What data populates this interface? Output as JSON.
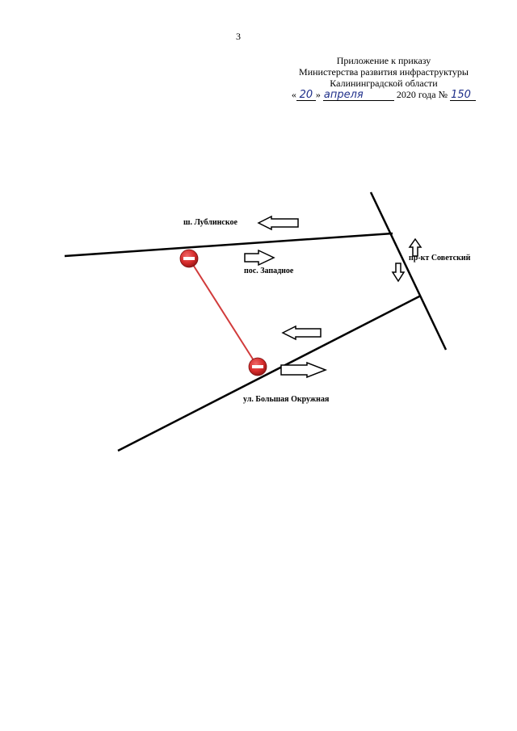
{
  "page_number": "3",
  "header": {
    "line1": "Приложение к приказу",
    "line2": "Министерства развития инфраструктуры",
    "line3": "Калининградской области",
    "quote_open": "«",
    "day": "20",
    "quote_close": "»",
    "month": "апреля",
    "year_text": "2020 года №",
    "number": "150"
  },
  "map": {
    "road_top": "ш. Лублинское",
    "settlement": "пос. Западное",
    "road_right": "пр-кт Советский",
    "road_bottom": "ул. Большая Окружная",
    "sign_icon": "no-entry-sign-icon",
    "sign_color": "#d42a2a",
    "closure_line_color": "#d13b3b"
  }
}
